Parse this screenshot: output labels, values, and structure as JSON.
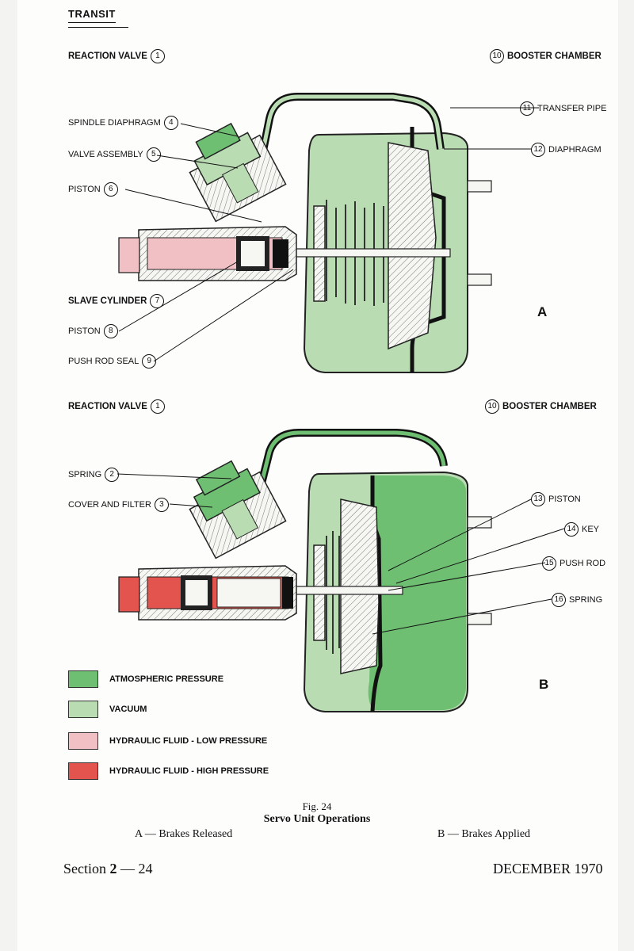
{
  "header": {
    "title": "TRANSIT"
  },
  "colors": {
    "atmospheric": "#6fbf73",
    "vacuum": "#b9dcb3",
    "fluid_low": "#f0c0c5",
    "fluid_high": "#e4544f",
    "metal": "#f4f4f0",
    "ink": "#111111"
  },
  "diagram_a": {
    "letter": "A",
    "labels": {
      "reaction_valve": {
        "text": "REACTION VALVE",
        "num": "1"
      },
      "spindle_diaphragm": {
        "text": "SPINDLE DIAPHRAGM",
        "num": "4"
      },
      "valve_assembly": {
        "text": "VALVE ASSEMBLY",
        "num": "5"
      },
      "piston": {
        "text": "PISTON",
        "num": "6"
      },
      "slave_cylinder": {
        "text": "SLAVE CYLINDER",
        "num": "7"
      },
      "piston_8": {
        "text": "PISTON",
        "num": "8"
      },
      "push_rod_seal": {
        "text": "PUSH ROD SEAL",
        "num": "9"
      },
      "booster_chamber": {
        "text": "BOOSTER CHAMBER",
        "num": "10"
      },
      "transfer_pipe": {
        "text": "TRANSFER PIPE",
        "num": "11"
      },
      "diaphragm": {
        "text": "DIAPHRAGM",
        "num": "12"
      }
    }
  },
  "diagram_b": {
    "letter": "B",
    "labels": {
      "reaction_valve": {
        "text": "REACTION VALVE",
        "num": "1"
      },
      "spring": {
        "text": "SPRING",
        "num": "2"
      },
      "cover_and_filter": {
        "text": "COVER AND FILTER",
        "num": "3"
      },
      "booster_chamber": {
        "text": "BOOSTER CHAMBER",
        "num": "10"
      },
      "piston": {
        "text": "PISTON",
        "num": "13"
      },
      "key": {
        "text": "KEY",
        "num": "14"
      },
      "push_rod": {
        "text": "PUSH ROD",
        "num": "15"
      },
      "spring_16": {
        "text": "SPRING",
        "num": "16"
      }
    }
  },
  "legend": [
    {
      "label": "ATMOSPHERIC PRESSURE",
      "color": "#6fbf73"
    },
    {
      "label": "VACUUM",
      "color": "#b9dcb3"
    },
    {
      "label": "HYDRAULIC FLUID - LOW PRESSURE",
      "color": "#f0c0c5"
    },
    {
      "label": "HYDRAULIC FLUID - HIGH PRESSURE",
      "color": "#e4544f"
    }
  ],
  "caption": {
    "fig_no": "Fig. 24",
    "title": "Servo Unit Operations",
    "a": "A — Brakes Released",
    "b": "B — Brakes Applied"
  },
  "footer": {
    "section_prefix": "Section ",
    "section_num": "2",
    "section_suffix": " — 24",
    "date": "DECEMBER 1970"
  }
}
